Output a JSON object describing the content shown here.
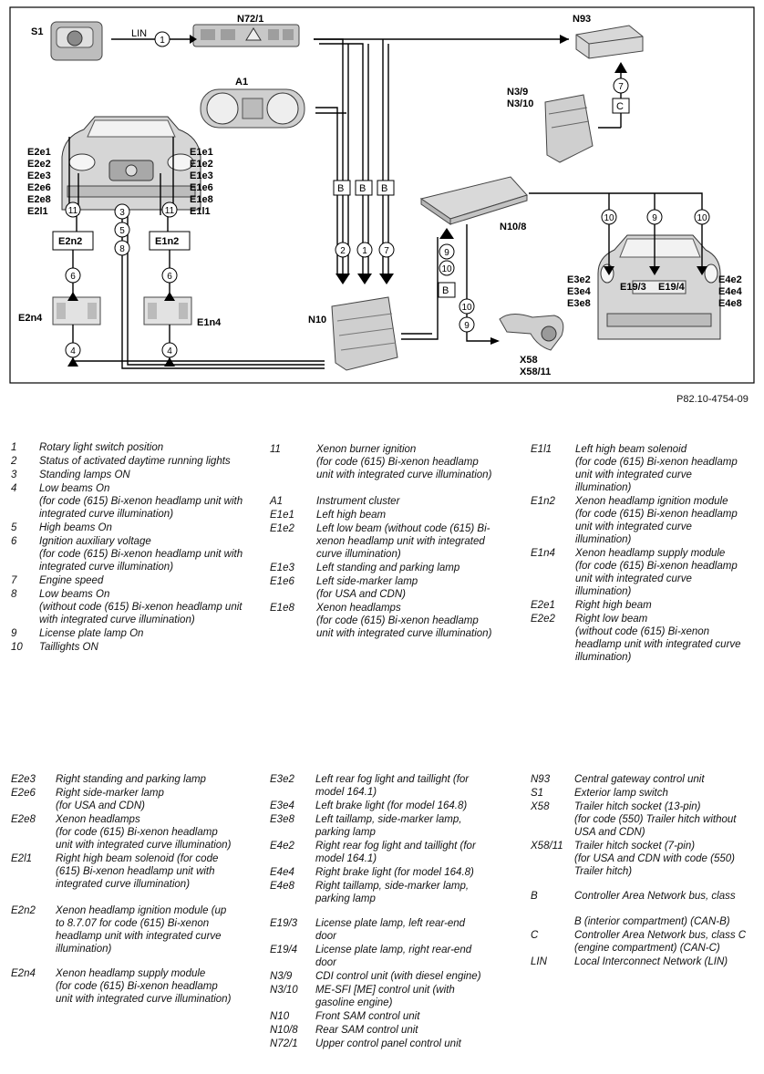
{
  "figure_ref": "P82.10-4754-09",
  "diagram": {
    "components": {
      "S1": "S1",
      "N72_1": "N72/1",
      "N93": "N93",
      "A1": "A1",
      "N3": [
        "N3/9",
        "N3/10"
      ],
      "N10": "N10",
      "N10_8": "N10/8",
      "X58": [
        "X58",
        "X58/11"
      ],
      "E2n2": "E2n2",
      "E1n2": "E1n2",
      "E2n4": "E2n4",
      "E1n4": "E1n4",
      "E19_3": "E19/3",
      "E19_4": "E19/4",
      "front_left": [
        "E2e1",
        "E2e2",
        "E2e3",
        "E2e6",
        "E2e8",
        "E2l1"
      ],
      "front_right": [
        "E1e1",
        "E1e2",
        "E1e3",
        "E1e6",
        "E1e8",
        "E1l1"
      ],
      "rear_left": [
        "E3e2",
        "E3e4",
        "E3e8"
      ],
      "rear_right": [
        "E4e2",
        "E4e4",
        "E4e8"
      ]
    },
    "lin_label": "LIN",
    "bus_labels": {
      "b": "B",
      "c": "C"
    },
    "signals": {
      "s1": "1",
      "s2": "2",
      "s3": "3",
      "s4": "4",
      "s5": "5",
      "s6": "6",
      "s7": "7",
      "s8": "8",
      "s9": "9",
      "s10": "10",
      "s11": "11"
    }
  },
  "legend": [
    [
      {
        "code": "1",
        "text": "Rotary light switch position"
      },
      {
        "code": "2",
        "text": "Status of activated daytime running lights"
      },
      {
        "code": "3",
        "text": "Standing lamps ON"
      },
      {
        "code": "4",
        "text": "Low beams On\n(for code (615) Bi-xenon headlamp unit with integrated curve illumination)"
      },
      {
        "code": "5",
        "text": "High beams On"
      },
      {
        "code": "6",
        "text": "Ignition auxiliary voltage\n(for code (615) Bi-xenon headlamp unit with integrated curve illumination)"
      },
      {
        "code": "7",
        "text": "Engine speed"
      },
      {
        "code": "8",
        "text": "Low beams On\n(without code (615) Bi-xenon headlamp unit with integrated curve illumination)"
      },
      {
        "code": "9",
        "text": "License plate lamp On"
      },
      {
        "code": "10",
        "text": "Taillights ON"
      }
    ],
    [
      {
        "code": "11",
        "text": "Xenon burner ignition\n(for code (615) Bi-xenon headlamp unit with integrated curve illumination)"
      },
      {
        "code": "A1",
        "text": "Instrument cluster"
      },
      {
        "code": "E1e1",
        "text": "Left high beam"
      },
      {
        "code": "E1e2",
        "text": "Left low beam (without code (615) Bi-xenon headlamp unit with integrated curve illumination)"
      },
      {
        "code": "E1e3",
        "text": "Left standing and parking lamp"
      },
      {
        "code": "E1e6",
        "text": "Left side-marker lamp\n(for USA and CDN)"
      },
      {
        "code": "E1e8",
        "text": "Xenon headlamps\n(for code (615) Bi-xenon headlamp unit with integrated curve illumination)"
      }
    ],
    [
      {
        "code": "E1l1",
        "text": "Left high beam solenoid\n(for code (615) Bi-xenon headlamp unit with integrated curve illumination)"
      },
      {
        "code": "E1n2",
        "text": "Xenon headlamp ignition module\n(for code (615) Bi-xenon headlamp unit with integrated curve illumination)"
      },
      {
        "code": "E1n4",
        "text": "Xenon headlamp supply module\n(for code (615) Bi-xenon headlamp unit with integrated curve illumination)"
      },
      {
        "code": "E2e1",
        "text": "Right high beam"
      },
      {
        "code": "E2e2",
        "text": "Right low beam\n(without code (615) Bi-xenon headlamp unit with integrated curve illumination)"
      }
    ],
    [
      {
        "code": "E2e3",
        "text": "Right standing and parking lamp"
      },
      {
        "code": "E2e6",
        "text": "Right side-marker lamp\n(for USA and CDN)"
      },
      {
        "code": "E2e8",
        "text": "Xenon headlamps\n(for code (615) Bi-xenon headlamp unit with integrated curve illumination)"
      },
      {
        "code": "E2l1",
        "text": "Right high beam solenoid (for code (615) Bi-xenon headlamp unit with integrated curve illumination)"
      },
      {
        "code": "E2n2",
        "text": "Xenon headlamp ignition module (up to 8.7.07 for code (615) Bi-xenon headlamp unit with integrated curve illumination)"
      },
      {
        "code": "E2n4",
        "text": "Xenon headlamp supply module\n(for code (615) Bi-xenon headlamp unit with integrated curve illumination)"
      }
    ],
    [
      {
        "code": "E3e2",
        "text": "Left rear fog light and taillight (for model 164.1)"
      },
      {
        "code": "E3e4",
        "text": "Left brake light (for model 164.8)"
      },
      {
        "code": "E3e8",
        "text": "Left taillamp, side-marker lamp, parking lamp"
      },
      {
        "code": "E4e2",
        "text": "Right rear fog light and taillight (for model 164.1)"
      },
      {
        "code": "E4e4",
        "text": "Right brake light (for model 164.8)"
      },
      {
        "code": "E4e8",
        "text": "Right taillamp, side-marker lamp, parking lamp"
      },
      {
        "code": "E19/3",
        "text": "License plate lamp, left rear-end door"
      },
      {
        "code": "E19/4",
        "text": "License plate lamp, right rear-end door"
      },
      {
        "code": "N3/9",
        "text": "CDI control unit (with diesel engine)"
      },
      {
        "code": "N3/10",
        "text": "ME-SFI [ME] control unit (with gasoline engine)"
      },
      {
        "code": "N10",
        "text": "Front SAM control unit"
      },
      {
        "code": "N10/8",
        "text": "Rear SAM control unit"
      },
      {
        "code": "N72/1",
        "text": "Upper control panel control unit"
      }
    ],
    [
      {
        "code": "N93",
        "text": "Central gateway control unit"
      },
      {
        "code": "S1",
        "text": "Exterior lamp switch"
      },
      {
        "code": "X58",
        "text": "Trailer hitch socket (13-pin)\n(for code (550) Trailer hitch without USA and CDN)"
      },
      {
        "code": "X58/11",
        "text": "Trailer hitch socket (7-pin)\n(for USA and CDN with code (550) Trailer hitch)"
      },
      {
        "code": "B",
        "text": "Controller Area Network bus, class\n\nB (interior compartment) (CAN-B)"
      },
      {
        "code": "C",
        "text": "Controller Area Network bus, class C (engine compartment) (CAN-C)"
      },
      {
        "code": "LIN",
        "text": "Local Interconnect Network (LIN)"
      }
    ]
  ]
}
